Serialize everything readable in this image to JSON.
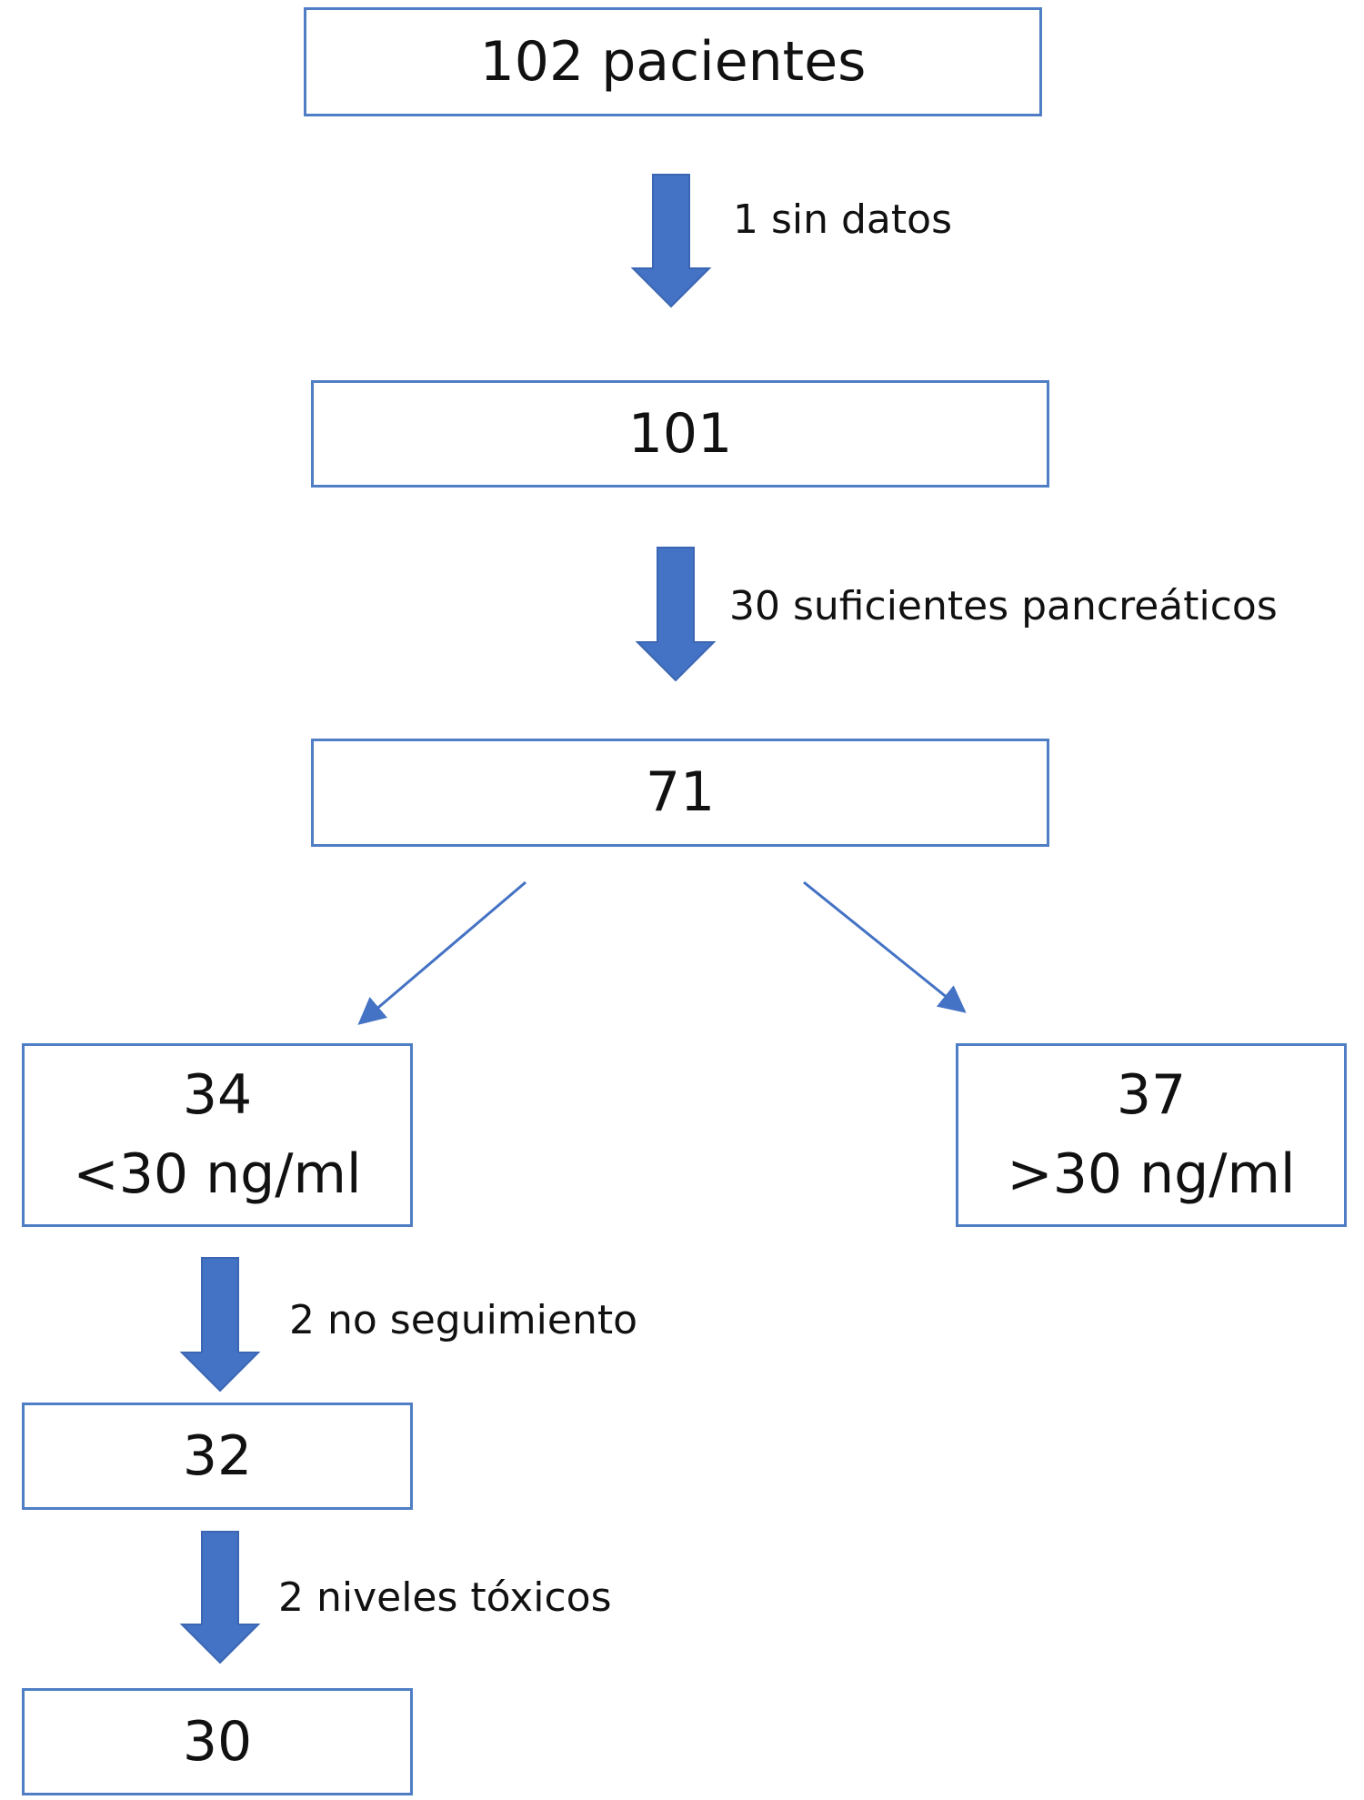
{
  "colors": {
    "box_border": "#4f7ec4",
    "block_arrow_fill": "#4472c4",
    "block_arrow_stroke": "#3a66b3",
    "thin_arrow": "#4472c4"
  },
  "nodes": {
    "total": {
      "value": "102 pacientes"
    },
    "after_missing": {
      "value": "101"
    },
    "insufficient": {
      "value": "71"
    },
    "low": {
      "count": "34",
      "criterion": "<30 ng/ml"
    },
    "high": {
      "count": "37",
      "criterion": ">30 ng/ml"
    },
    "followed": {
      "value": "32"
    },
    "final": {
      "value": "30"
    }
  },
  "steps": {
    "missing": {
      "label": "1 sin datos"
    },
    "sufficient": {
      "label": "30 suficientes pancreáticos"
    },
    "no_follow": {
      "label": "2 no seguimiento"
    },
    "toxic": {
      "label": "2 niveles tóxicos"
    }
  }
}
